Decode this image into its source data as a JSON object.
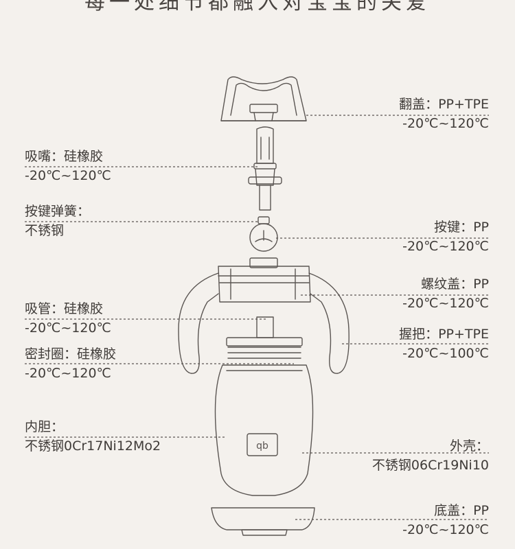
{
  "header": {
    "title": "每一处细节都融入对宝宝的关爱"
  },
  "parts": {
    "flip_lid": {
      "name": "翻盖：PP+TPE",
      "temp": "-20℃~120℃"
    },
    "spout": {
      "name": "吸嘴：硅橡胶",
      "temp": "-20℃~120℃"
    },
    "button_spring": {
      "name": "按键弹簧：",
      "material": "不锈钢"
    },
    "button": {
      "name": "按键：PP",
      "temp": "-20℃~120℃"
    },
    "screw_cap": {
      "name": "螺纹盖：PP",
      "temp": "-20℃~120℃"
    },
    "straw": {
      "name": "吸管：硅橡胶",
      "temp": "-20℃~120℃"
    },
    "handle": {
      "name": "握把：PP+TPE",
      "temp": "-20℃~100℃"
    },
    "seal_ring": {
      "name": "密封圈：硅橡胶",
      "temp": "-20℃~120℃"
    },
    "inner_liner": {
      "name": "内胆：",
      "material": "不锈钢0Cr17Ni12Mo2"
    },
    "outer_shell": {
      "name": "外壳：",
      "material": "不锈钢06Cr19Ni10"
    },
    "bottom_cap": {
      "name": "底盖：PP",
      "temp": "-20℃~120℃"
    }
  },
  "logo_text": "qb",
  "colors": {
    "background": "#f4f1ed",
    "line": "#5a5552",
    "text": "#3f3b38"
  }
}
